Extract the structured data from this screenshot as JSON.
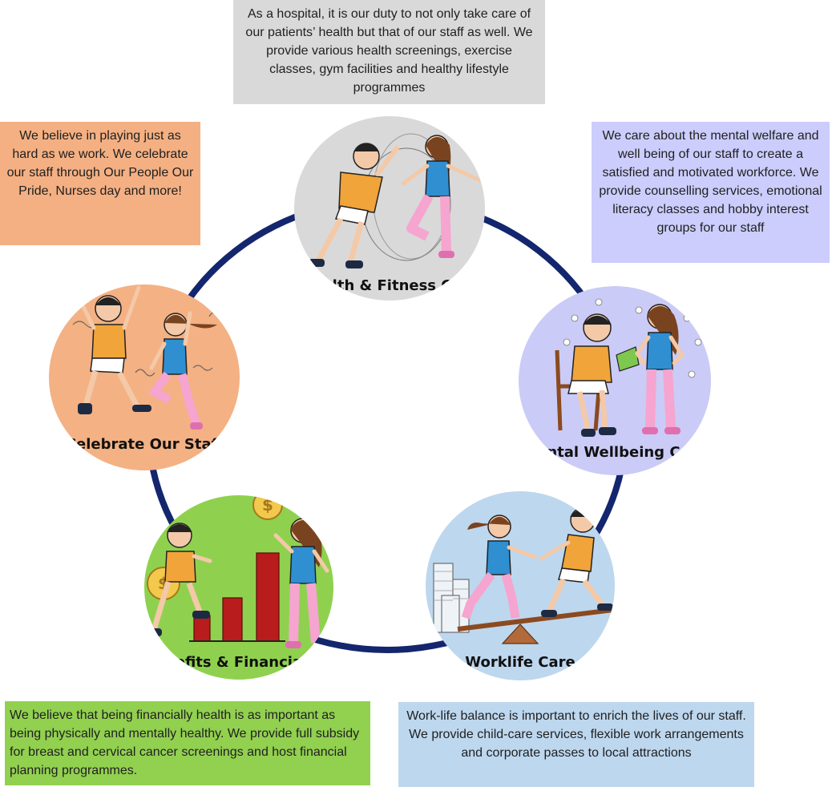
{
  "circles": {
    "health": {
      "label": "Health & Fitness Care",
      "color": "#d9d9d9"
    },
    "mental": {
      "label": "Mental Wellbeing Care",
      "color": "#cbcbf7"
    },
    "worklife": {
      "label": "Worklife Care",
      "color": "#bdd7ee"
    },
    "benefits": {
      "label": "Benefits & Financial Care",
      "color": "#8fd14f"
    },
    "celebrate": {
      "label": "Celebrate Our Staff",
      "color": "#f4b183"
    }
  },
  "boxes": {
    "health": "As a hospital, it is our duty to not only take care of our patients’ health but that of our staff as well. We provide various health screenings, exercise classes, gym facilities and healthy lifestyle programmes",
    "celebrate": "We believe in playing just as hard as we work. We celebrate our staff through Our People Our Pride, Nurses day and more!",
    "mental": "We care about the mental welfare and well being of our staff to create a satisfied and motivated workforce. We provide counselling services, emotional literacy classes and hobby interest groups for our staff",
    "benefits": "We believe that being financially health is as important as being physically and mentally healthy. We provide full subsidy for breast and cervical cancer screenings and host financial planning programmes.",
    "worklife": "Work-life balance is important to enrich the lives of our staff. We provide child-care services, flexible work arrangements and corporate passes to local attractions"
  },
  "icons": {
    "health": "exercising-figures-icon",
    "mental": "reading-figures-icon",
    "worklife": "balance-seesaw-icon",
    "benefits": "coins-and-bar-chart-icon",
    "celebrate": "jumping-celebration-icon"
  },
  "ring_color": "#13266e"
}
